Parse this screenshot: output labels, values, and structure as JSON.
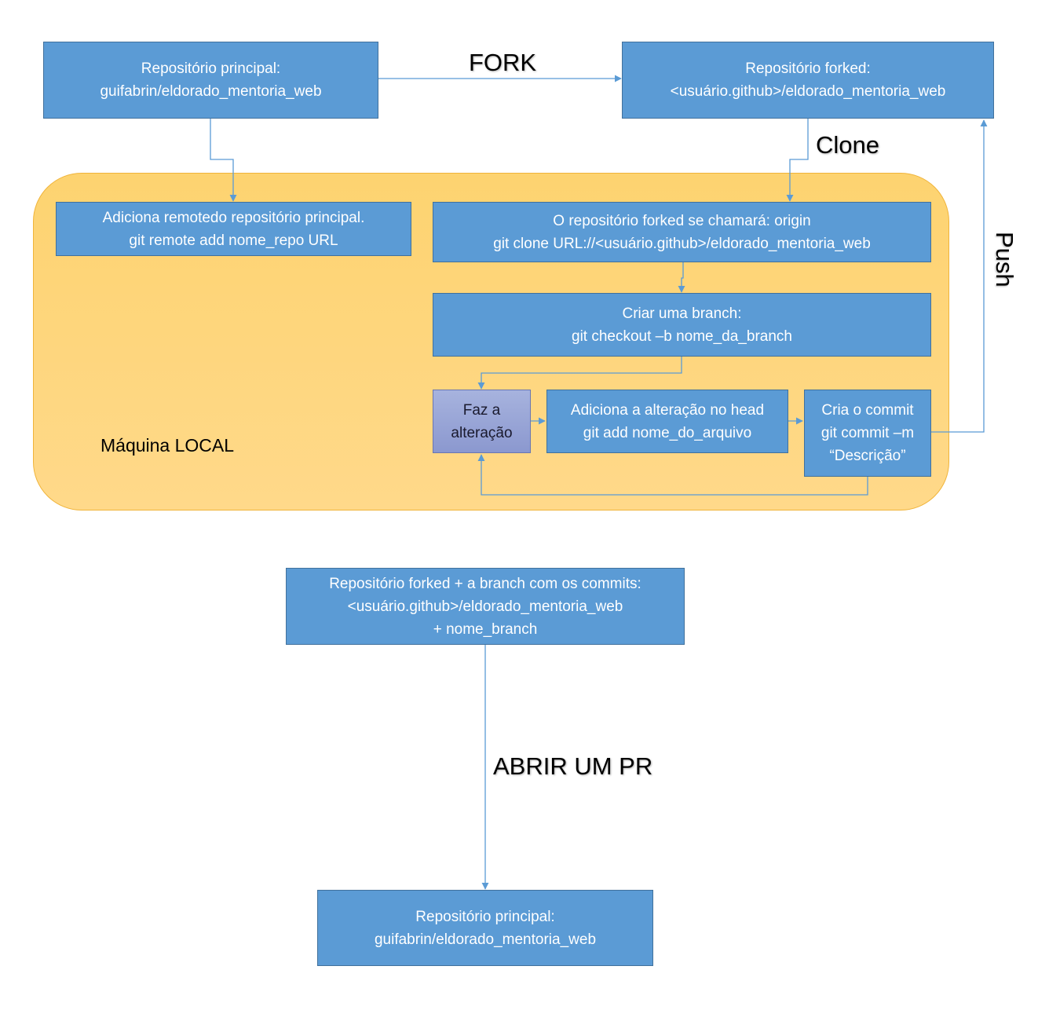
{
  "region": {
    "label": "Máquina LOCAL"
  },
  "boxes": {
    "main_repo_top": {
      "lines": [
        "Repositório principal:",
        "guifabrin/eldorado_mentoria_web"
      ]
    },
    "forked_repo": {
      "lines": [
        "Repositório forked:",
        "<usuário.github>/eldorado_mentoria_web"
      ]
    },
    "add_remote": {
      "lines": [
        "Adiciona remotedo repositório principal.",
        "git remote add nome_repo URL"
      ]
    },
    "clone_origin": {
      "lines": [
        "O repositório forked se chamará: origin",
        "git clone URL://<usuário.github>/eldorado_mentoria_web"
      ]
    },
    "create_branch": {
      "lines": [
        "Criar uma branch:",
        "git checkout –b nome_da_branch"
      ]
    },
    "make_change": {
      "lines": [
        "Faz a",
        "alteração"
      ]
    },
    "git_add": {
      "lines": [
        "Adiciona a alteração no head",
        "git add nome_do_arquivo"
      ]
    },
    "git_commit": {
      "lines": [
        "Cria o commit",
        "git commit –m",
        "“Descrição”"
      ]
    },
    "forked_branch": {
      "lines": [
        "Repositório forked + a branch com os commits:",
        "<usuário.github>/eldorado_mentoria_web",
        "+ nome_branch"
      ]
    },
    "main_repo_bottom": {
      "lines": [
        "Repositório principal:",
        "guifabrin/eldorado_mentoria_web"
      ]
    }
  },
  "edge_labels": {
    "fork": "FORK",
    "clone": "Clone",
    "push": "Push",
    "open_pr": "ABRIR UM PR"
  },
  "colors": {
    "box_fill": "#5b9bd5",
    "box_border": "#41719c",
    "highlight_box_fill": "#8b98cf",
    "local_region_fill": "#fdd370",
    "connector": "#5b9bd5"
  }
}
